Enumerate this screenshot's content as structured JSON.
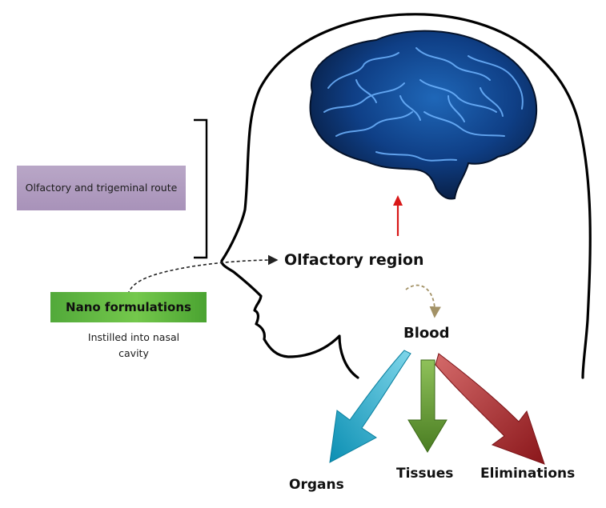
{
  "diagram": {
    "route_label": "Olfactory and trigeminal route",
    "nano_label": "Nano formulations",
    "instilled_label": "Instilled into nasal cavity",
    "olfactory_label": "Olfactory region",
    "blood_label": "Blood",
    "outputs": {
      "organs": "Organs",
      "tissues": "Tissues",
      "eliminations": "Eliminations"
    }
  },
  "colors": {
    "route_box": "#aa95bb",
    "nano_box": "#5fb642",
    "organs_arrow": "#1aa6c7",
    "tissues_arrow": "#5e9230",
    "eliminations_arrow": "#9d1f24",
    "brain": "#0e3a7a",
    "up_arrow": "#d81818"
  },
  "icons": {
    "brain": "brain-icon",
    "head": "head-silhouette"
  }
}
